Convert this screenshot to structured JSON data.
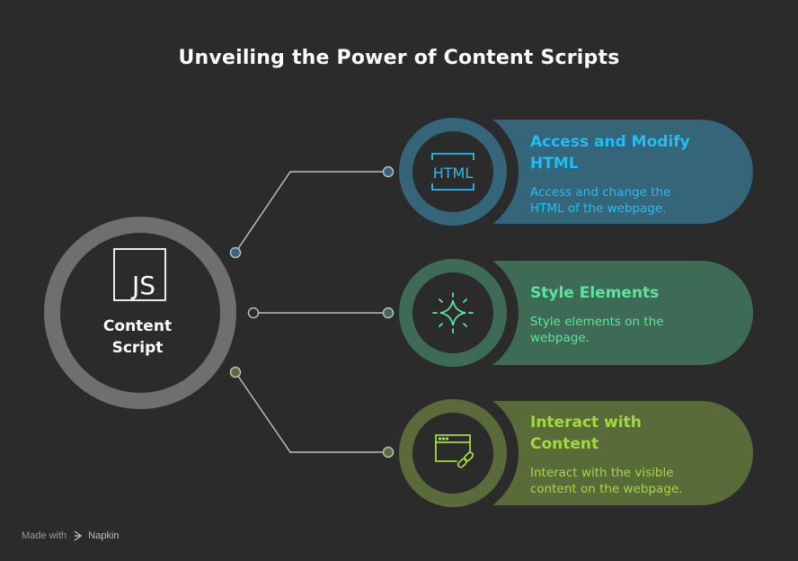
{
  "title": "Unveiling the Power of Content Scripts",
  "center": {
    "label_line1": "Content",
    "label_line2": "Script",
    "icon": "js-icon"
  },
  "cards": [
    {
      "title_line1": "Access and Modify",
      "title_line2": "HTML",
      "desc_line1": "Access and change the",
      "desc_line2": "HTML of the webpage.",
      "icon": "html-icon",
      "color": "#22bdf2",
      "icon_text": "HTML"
    },
    {
      "title_line1": "Style Elements",
      "title_line2": "",
      "desc_line1": "Style elements on the",
      "desc_line2": "webpage.",
      "icon": "sparkle-icon",
      "color": "#5fe39a"
    },
    {
      "title_line1": "Interact with",
      "title_line2": "Content",
      "desc_line1": "Interact with the visible",
      "desc_line2": "content on the webpage.",
      "icon": "browser-link-icon",
      "color": "#a4d93c"
    }
  ],
  "footer": {
    "made_with": "Made with",
    "brand": "Napkin"
  }
}
